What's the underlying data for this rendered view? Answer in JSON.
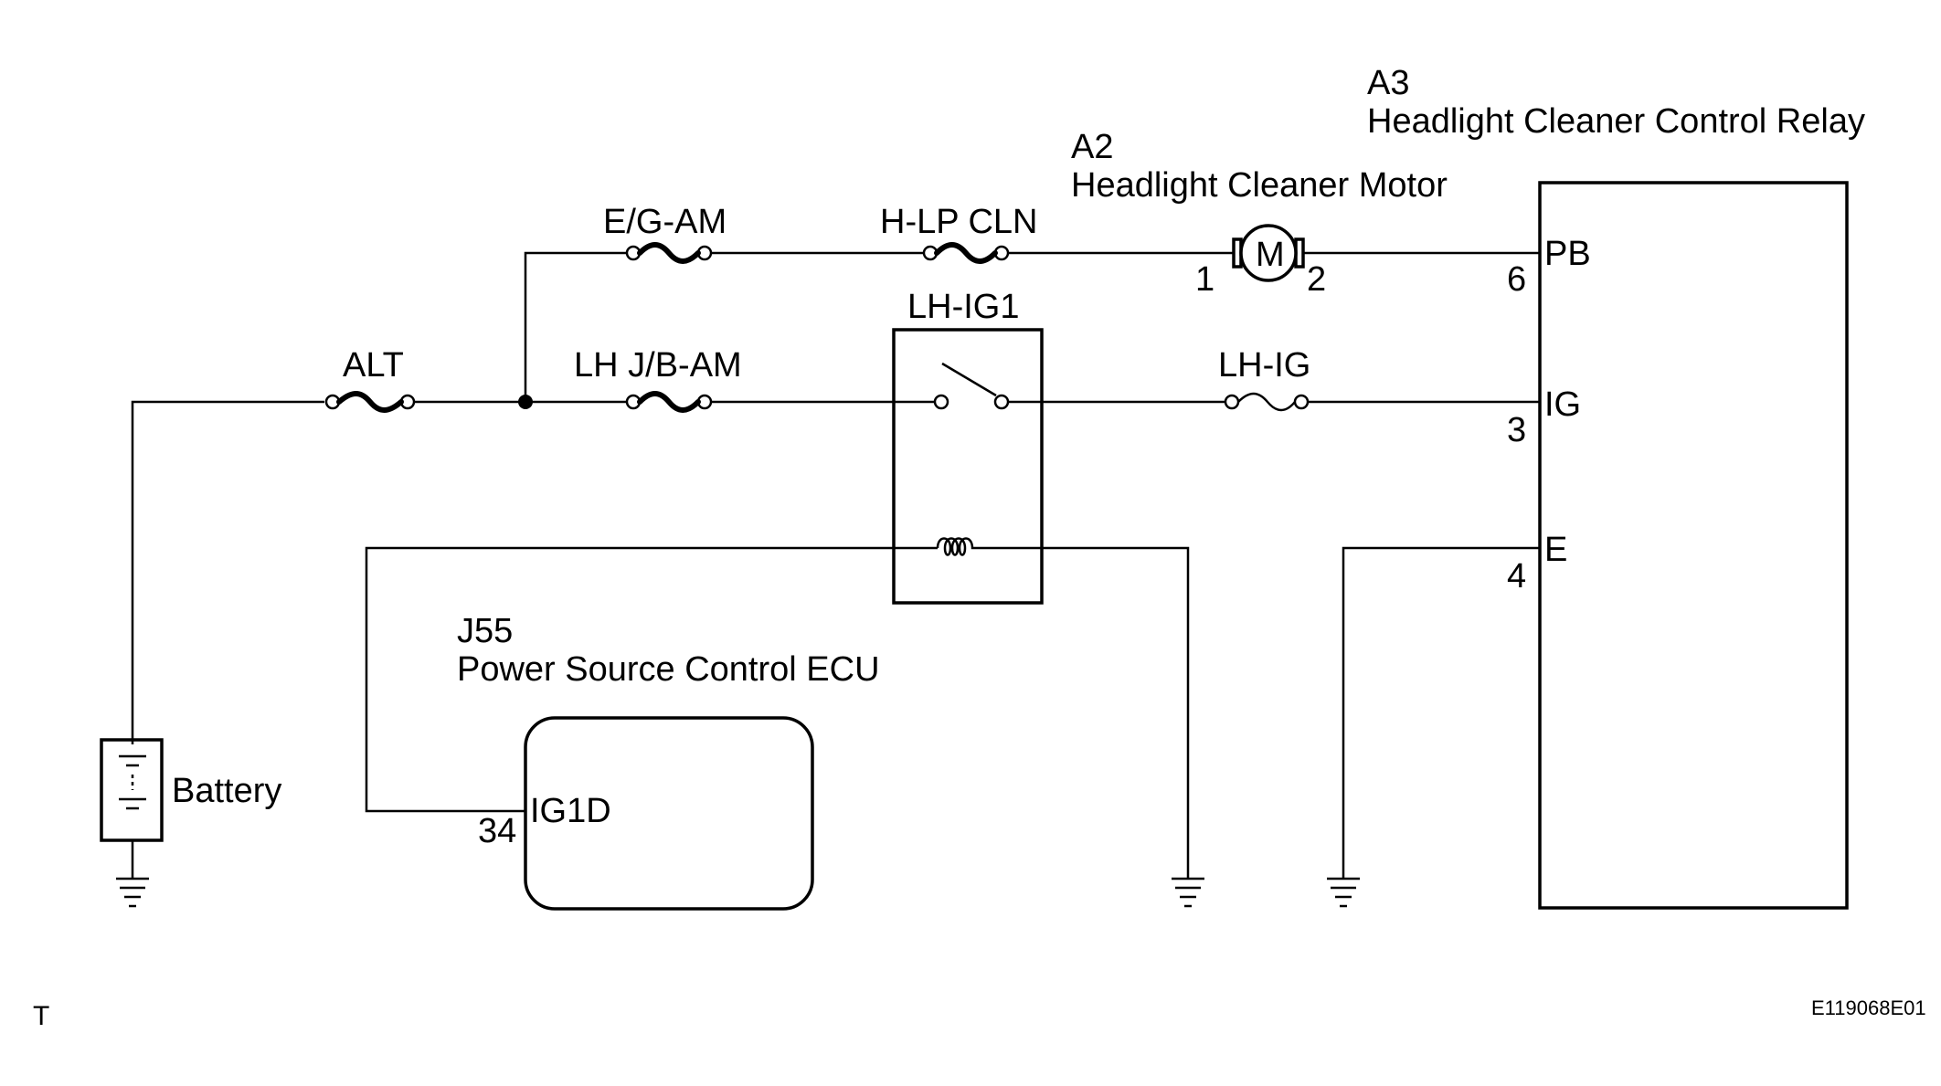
{
  "components": {
    "relay": {
      "id": "A3",
      "name": "Headlight Cleaner Control Relay",
      "pins": {
        "pb_name": "PB",
        "pb_num": "6",
        "ig_name": "IG",
        "ig_num": "3",
        "e_name": "E",
        "e_num": "4"
      }
    },
    "motor": {
      "id": "A2",
      "name": "Headlight Cleaner Motor",
      "symbol": "M",
      "pin1": "1",
      "pin2": "2"
    },
    "ecu": {
      "id": "J55",
      "name": "Power Source Control ECU",
      "pin_name": "IG1D",
      "pin_num": "34"
    },
    "battery": {
      "label": "Battery"
    },
    "ig_relay": {
      "label": "LH-IG1"
    }
  },
  "fuses": {
    "alt": "ALT",
    "eg_am": "E/G-AM",
    "hlp_cln": "H-LP CLN",
    "lh_jb_am": "LH J/B-AM",
    "lh_ig": "LH-IG"
  },
  "footer": {
    "left_mark": "T",
    "figure_code": "E119068E01"
  }
}
